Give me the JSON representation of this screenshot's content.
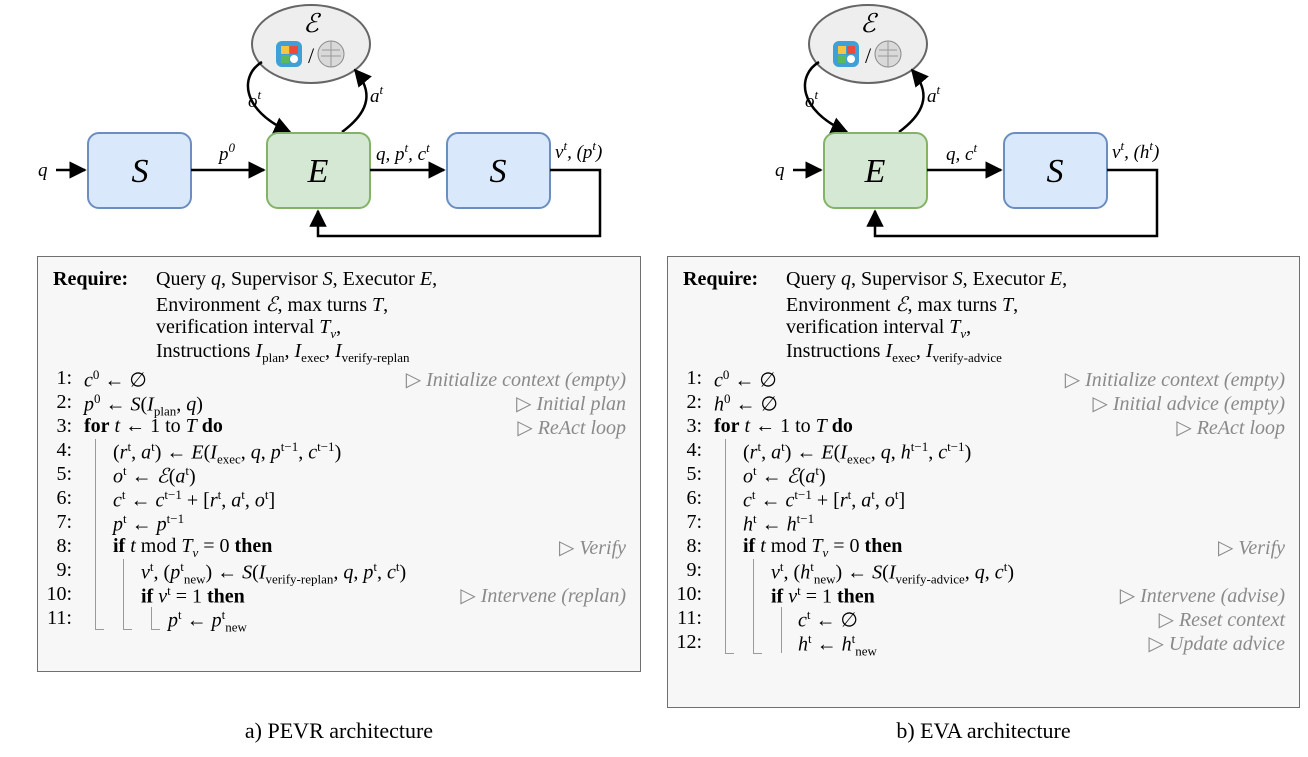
{
  "diagrams": {
    "env_symbol": "ℰ",
    "env_slash": "/",
    "left": {
      "input_label": "q",
      "box1_label": "S",
      "arrow1_label": "p0",
      "box2_label": "E",
      "arrow2_label": "q, pt, ct",
      "box3_label": "S",
      "output_label": "vt, (pt)",
      "obs_label": "ot",
      "act_label": "at"
    },
    "right": {
      "input_label": "q",
      "box1_label": "E",
      "arrow1_label": "q, ct",
      "box2_label": "S",
      "output_label": "vt, (ht)",
      "obs_label": "ot",
      "act_label": "at"
    }
  },
  "algorithms": {
    "left": {
      "require_keyword": "Require:",
      "require_lines": [
        "Query q, Supervisor S, Executor E,",
        "Environment ℰ, max turns T,",
        "verification interval Tv,",
        "Instructions Iplan, Iexec, Iverify-replan"
      ],
      "lines": [
        {
          "num": "1:",
          "code": "c0 ← ∅",
          "comment": "▷ Initialize context (empty)"
        },
        {
          "num": "2:",
          "code": "p0 ← S(Iplan, q)",
          "comment": "▷ Initial plan"
        },
        {
          "num": "3:",
          "code": "for t ← 1 to T do",
          "comment": "▷ ReAct loop"
        },
        {
          "num": "4:",
          "code": "(rt, at) ← E(Iexec, q, pt−1, ct−1)",
          "comment": ""
        },
        {
          "num": "5:",
          "code": "ot ← ℰ(at)",
          "comment": ""
        },
        {
          "num": "6:",
          "code": "ct ← ct−1 + [rt, at, ot]",
          "comment": ""
        },
        {
          "num": "7:",
          "code": "pt ← pt−1",
          "comment": ""
        },
        {
          "num": "8:",
          "code": "if t mod Tv = 0 then",
          "comment": "▷ Verify"
        },
        {
          "num": "9:",
          "code": "vt, (ptnew) ← S(Iverify-replan, q, pt, ct)",
          "comment": ""
        },
        {
          "num": "10:",
          "code": "if vt = 1 then",
          "comment": "▷ Intervene (replan)"
        },
        {
          "num": "11:",
          "code": "pt ← ptnew",
          "comment": ""
        }
      ]
    },
    "right": {
      "require_keyword": "Require:",
      "require_lines": [
        "Query q, Supervisor S, Executor E,",
        "Environment ℰ, max turns T,",
        "verification interval Tv,",
        "Instructions Iexec, Iverify-advice"
      ],
      "lines": [
        {
          "num": "1:",
          "code": "c0 ← ∅",
          "comment": "▷ Initialize context (empty)"
        },
        {
          "num": "2:",
          "code": "h0 ← ∅",
          "comment": "▷ Initial advice (empty)"
        },
        {
          "num": "3:",
          "code": "for t ← 1 to T do",
          "comment": "▷ ReAct loop"
        },
        {
          "num": "4:",
          "code": "(rt, at) ← E(Iexec, q, ht−1, ct−1)",
          "comment": ""
        },
        {
          "num": "5:",
          "code": "ot ← ℰ(at)",
          "comment": ""
        },
        {
          "num": "6:",
          "code": "ct ← ct−1 + [rt, at, ot]",
          "comment": ""
        },
        {
          "num": "7:",
          "code": "ht ← ht−1",
          "comment": ""
        },
        {
          "num": "8:",
          "code": "if t mod Tv = 0 then",
          "comment": "▷ Verify"
        },
        {
          "num": "9:",
          "code": "vt, (htnew) ← S(Iverify-advice, q, ct)",
          "comment": ""
        },
        {
          "num": "10:",
          "code": "if vt = 1 then",
          "comment": "▷ Intervene (advise)"
        },
        {
          "num": "11:",
          "code": "ct ← ∅",
          "comment": "▷ Reset context"
        },
        {
          "num": "12:",
          "code": "ht ← htnew",
          "comment": "▷ Update advice"
        }
      ]
    }
  },
  "captions": {
    "left": "a) PEVR architecture",
    "right": "b) EVA architecture"
  },
  "colors": {
    "supervisor_fill": "#dae8fc",
    "supervisor_stroke": "#6c8ebf",
    "executor_fill": "#d5e8d4",
    "executor_stroke": "#82b366",
    "env_fill": "#eeeeee",
    "env_stroke": "#666666",
    "comment": "#8a8a8a"
  },
  "icons": {
    "env_left_icon": "search-engine-icon",
    "env_right_icon": "wikipedia-globe-icon"
  }
}
